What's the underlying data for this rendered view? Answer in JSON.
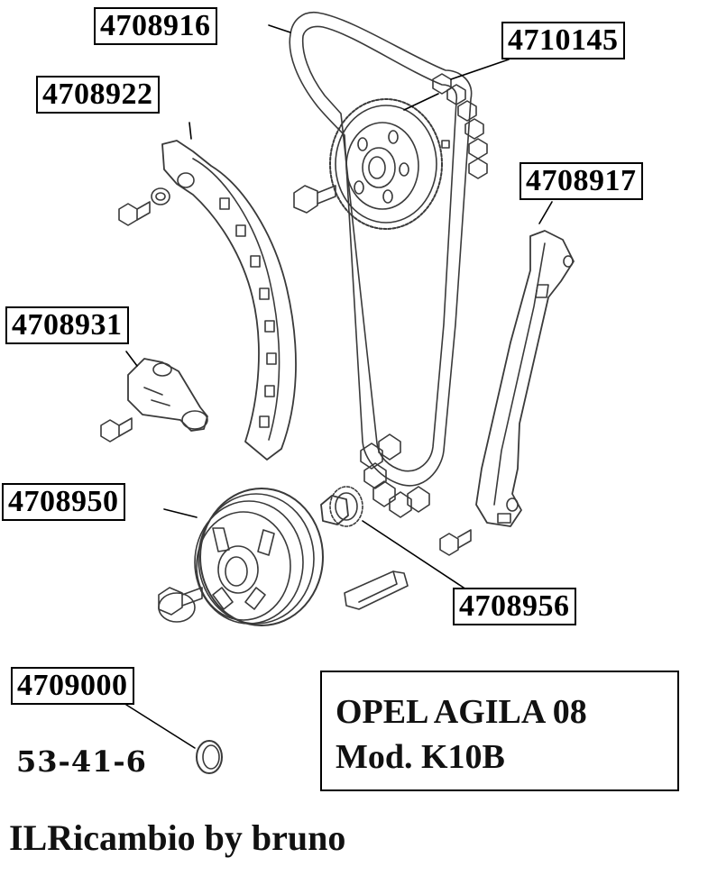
{
  "labels": {
    "chain": "4708916",
    "sprocket_chain": "4710145",
    "tensioner_rail": "4708922",
    "guide_rail": "4708917",
    "tensioner": "4708931",
    "pulley": "4708950",
    "crank_sprocket": "4708956",
    "seal": "4709000"
  },
  "code": "53-41-6",
  "title_box": {
    "line1": "OPEL AGILA 08",
    "line2": "Mod. K10B"
  },
  "credit": "ILRicambio by bruno",
  "colors": {
    "ink": "#000000",
    "line_art": "#3a3a3a",
    "background": "#ffffff"
  }
}
